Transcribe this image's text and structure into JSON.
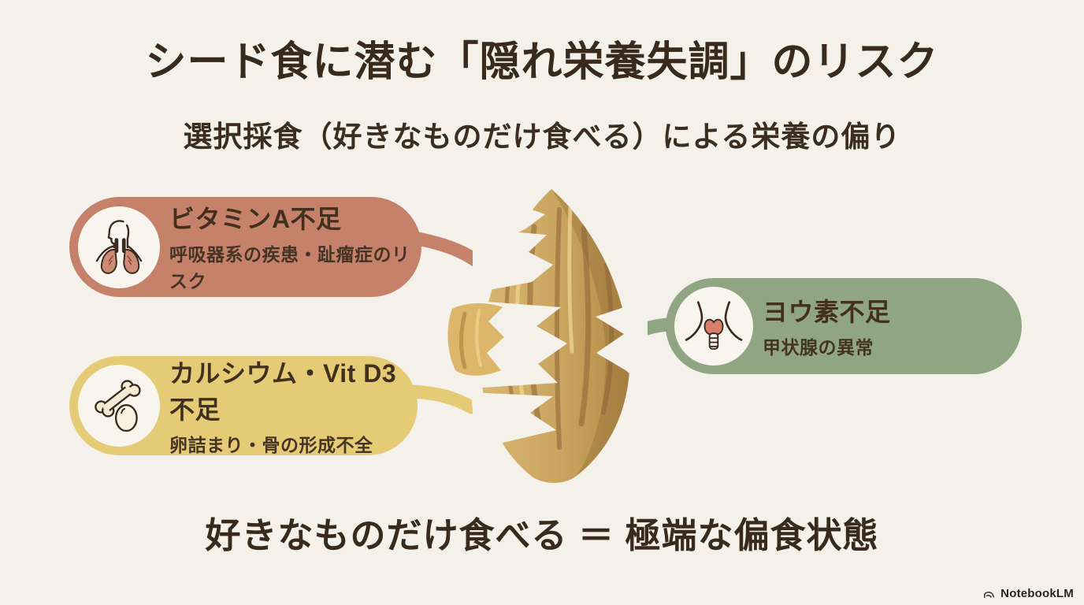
{
  "page": {
    "title": "シード食に潜む「隠れ栄養失調」のリスク",
    "subtitle": "選択採食（好きなものだけ食べる）による栄養の偏り",
    "conclusion": "好きなものだけ食べる ＝ 極端な偏食状態"
  },
  "callouts": [
    {
      "id": "vitamin-a-deficiency",
      "heading": "ビタミンA不足",
      "description": "呼吸器系の疾患・趾瘤症のリスク",
      "color": "#c6816b",
      "icon": "respiratory-system-icon"
    },
    {
      "id": "calcium-vitd3-deficiency",
      "heading": "カルシウム・Vit D3不足",
      "description": "卵詰まり・骨の形成不全",
      "color": "#e6cb76",
      "icon": "bone-and-egg-icon"
    },
    {
      "id": "iodine-deficiency",
      "heading": "ヨウ素不足",
      "description": "甲状腺の異常",
      "color": "#90a682",
      "icon": "thyroid-icon"
    }
  ],
  "illustration": {
    "name": "seed-with-missing-pieces",
    "seed_color": "#c9a45e"
  },
  "branding": {
    "logo_text": "NotebookLM",
    "logo_icon": "notebooklm-icon"
  },
  "colors": {
    "background": "#f3f1ea",
    "text": "#382b1e",
    "vitamin_a_pill": "#c6816b",
    "calcium_pill": "#e6cb76",
    "iodine_pill": "#90a682"
  }
}
